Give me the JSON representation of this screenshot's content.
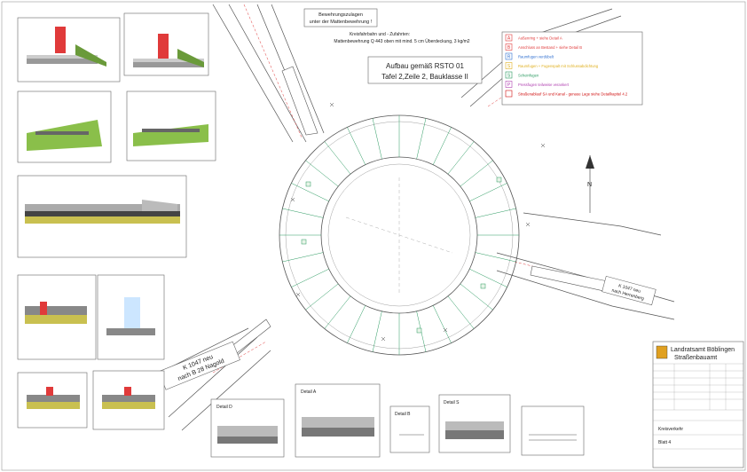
{
  "notes": {
    "reinforcement_line1": "Bewehrungszulagen",
    "reinforcement_line2": "unter der Mattenbewehrung !",
    "roadway_line1": "Kreisfahrbahn und - Zufahrten:",
    "roadway_line2": "Mattenbewehrung Q 443 oben mit mind. 5 cm Überdeckung, 3 kg/m2",
    "rsto_line1": "Aufbau gemäß RSTO 01",
    "rsto_line2": "Tafel 2,Zeile 2, Bauklasse II"
  },
  "legend": [
    {
      "key": "A",
      "text": "Außenring + siehe Detail A",
      "color": "#e03a3a"
    },
    {
      "key": "B",
      "text": "Anschluss an Bestand + siehe Detail B",
      "color": "#e03a3a"
    },
    {
      "key": "R",
      "text": "Raumfugen verdübelt",
      "color": "#2f6fd0"
    },
    {
      "key": "S",
      "text": "Raumfugen + Fugenspalt mit Schlussabdichtung",
      "color": "#e0b020"
    },
    {
      "key": "S",
      "text": "Scheinfugen",
      "color": "#2a9a60"
    },
    {
      "key": "P",
      "text": "Pressfugen teilweise verankert",
      "color": "#b040b0"
    },
    {
      "key": "",
      "text": "Straßenablauf SA und Kanal - genaue Lage siehe Detailkapitel 4.2",
      "color": "#d01010"
    }
  ],
  "road_labels": {
    "k1047": "K 1047 neu",
    "k1047_to": "nach B 28 Nagold",
    "k1047_east": "K 1047 neu",
    "k1047_east_to": "nach Herrenberg"
  },
  "details": {
    "detail_a": "Detail A",
    "detail_b": "Detail B",
    "detail_d": "Detail D",
    "detail_s": "Detail S"
  },
  "title_block": {
    "authority_line1": "Landratsamt Böblingen",
    "authority_line2": "Straßenbauamt",
    "project": "Kreisverkehr",
    "sheet_no": "Blatt 4"
  },
  "north_label": "N",
  "colors": {
    "road_line": "#555555",
    "detail_red": "#e03a3a",
    "scheinfuge": "#2a9a60",
    "raumfuge": "#2f6fd0"
  }
}
